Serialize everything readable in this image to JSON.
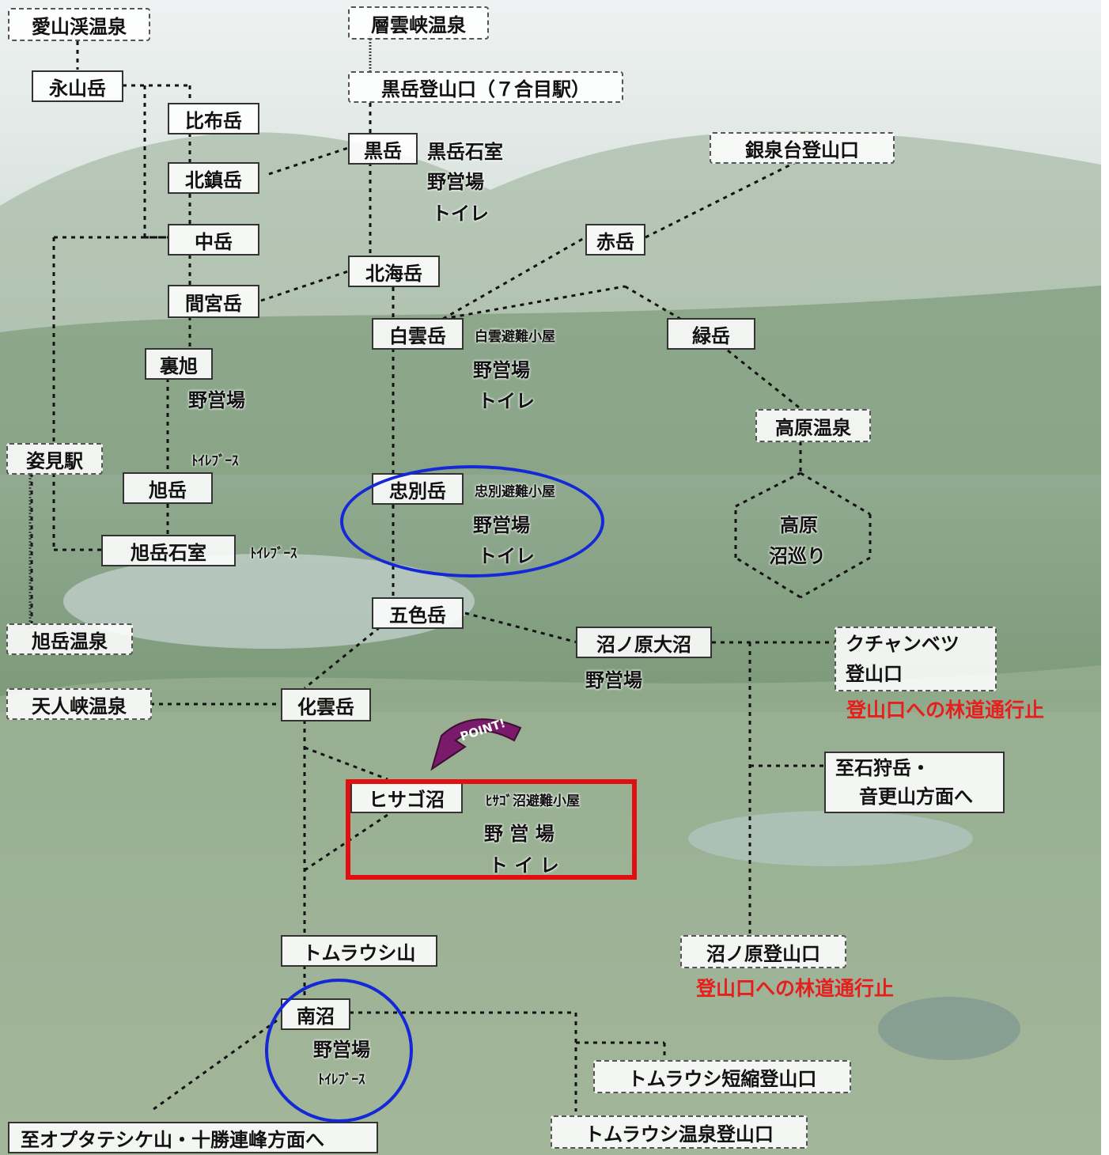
{
  "map": {
    "trailheads": {
      "aizankei": "愛山渓温泉",
      "soun": "層雲峡温泉",
      "kurodake_trailhead": "黒岳登山口（７合目駅）",
      "ginsendai": "銀泉台登山口",
      "kogen_onsen": "高原温泉",
      "sugatami": "姿見駅",
      "asahidake_onsen": "旭岳温泉",
      "tenninkyo": "天人峡温泉",
      "kuchanbetsu_line1": "クチャンベツ",
      "kuchanbetsu_line2": "登山口",
      "numanohara_trailhead": "沼ノ原登山口",
      "tomuraushi_short": "トムラウシ短縮登山口",
      "tomuraushi_onsen": "トムラウシ温泉登山口"
    },
    "peaks": {
      "nagayama": "永山岳",
      "pippu": "比布岳",
      "kitachin": "北鎮岳",
      "naka": "中岳",
      "mamiya": "間宮岳",
      "ura_asahi": "裏旭",
      "asahidake": "旭岳",
      "asahidake_sekishitsu": "旭岳石室",
      "kurodake": "黒岳",
      "hokkai": "北海岳",
      "akadake": "赤岳",
      "hakuun": "白雲岳",
      "midori": "緑岳",
      "chubetsu": "忠別岳",
      "goshiki": "五色岳",
      "numanohara_onuma": "沼ノ原大沼",
      "kaun": "化雲岳",
      "hisago": "ヒサゴ沼",
      "tomuraushi": "トムラウシ山",
      "minaminuma": "南沼",
      "to_ishikari_line1": "至石狩岳・",
      "to_ishikari_line2": "音更山方面へ",
      "to_oputateshike": "至オプタテシケ山・十勝連峰方面へ"
    },
    "facilities": {
      "kurodake_hut": "黒岳石室",
      "campsite": "野営場",
      "toilet": "トイレ",
      "toilet_booth": "ﾄｲﾚﾌﾞｰｽ",
      "hakuun_hut": "白雲避難小屋",
      "chubetsu_hut": "忠別避難小屋",
      "hisago_hut": "ﾋｻｺﾞ沼避難小屋",
      "campsite_spaced": "野 営 場",
      "toilet_spaced": "ト イ レ",
      "kogen_line1": "高原",
      "kogen_line2": "沼巡り"
    },
    "notices": {
      "road_closed": "登山口への林道通行止"
    },
    "badge": "POINT!"
  }
}
